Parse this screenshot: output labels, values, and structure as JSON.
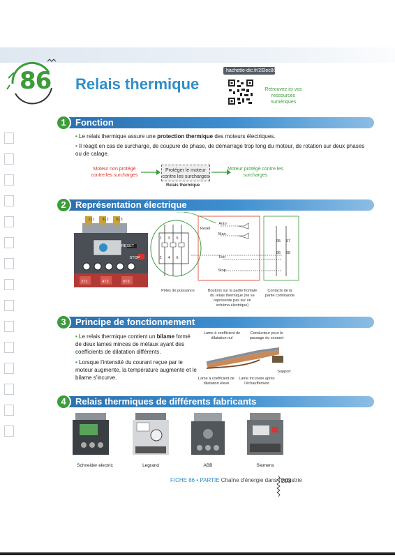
{
  "header": {
    "number": "86",
    "title": "Relais thermique",
    "qr_url": "hachette-dic.fr/2Elec86",
    "qr_text": "Retrouvez ici vos ressources numériques"
  },
  "sections": [
    {
      "num": "1",
      "title": "Fonction"
    },
    {
      "num": "2",
      "title": "Représentation électrique"
    },
    {
      "num": "3",
      "title": "Principe de fonctionnement"
    },
    {
      "num": "4",
      "title": "Relais thermiques de différents fabricants"
    }
  ],
  "fonction": {
    "bullet1_pre": "Le relais thermique assure une ",
    "bullet1_bold": "protection thermique",
    "bullet1_post": " des moteurs électriques.",
    "bullet2": "Il réagit en cas de surcharge, de coupure de phase, de démarrage trop long du moteur, de rotation sur deux phases ou de calage.",
    "flow_left": "Moteur non protégé contre les surcharges",
    "flow_center": "Protéger le moteur contre les surcharges",
    "flow_right": "Moteur protégé contre les surcharges",
    "flow_label": "Relais thermique"
  },
  "representation": {
    "terminals_top": [
      "1L1",
      "3L2",
      "5L3"
    ],
    "terminals_bottom": [
      "2T1",
      "4T2",
      "6T3"
    ],
    "reset": "RESET",
    "stop": "STOP",
    "contacts_aux": [
      "95",
      "96",
      "97",
      "98"
    ],
    "symbol_top": [
      "1",
      "3",
      "5"
    ],
    "symbol_bottom": [
      "2",
      "4",
      "6"
    ],
    "labels": {
      "reset": "Reset",
      "auto": "Auto",
      "man": "Man.",
      "test": "Test",
      "stop": "Stop"
    },
    "caption_poles": "Pôles de puissance",
    "caption_buttons": "Boutons sur la partie frontale du relais thermique (ne se représente pas sur un schéma électrique)",
    "caption_contacts": "Contacts de la partie commande"
  },
  "principe": {
    "bullet1_pre": "Le relais thermique contient un ",
    "bullet1_bold": "bilame",
    "bullet1_post": " formé de deux lames minces de métaux ayant des coefficients de dilatation différents.",
    "bullet2": "Lorsque l'intensité du courant reçue par le moteur augmente, la température augmente et le bilame s'incurve.",
    "label_lame_nul": "Lame à coefficient de dilatation nul",
    "label_conducteur": "Conducteur pour le passage du courant",
    "label_support": "Support",
    "label_lame_eleve": "Lame à coefficient de dilatation élevé",
    "label_incurvee": "Lame incurvée après l'échauffement"
  },
  "fabricants": [
    {
      "name": "Schneider electric"
    },
    {
      "name": "Legrand"
    },
    {
      "name": "ABB"
    },
    {
      "name": "Siemens"
    }
  ],
  "footer": {
    "fiche": "FICHE 86",
    "partie": " • PARTIE ",
    "chapter": "Chaîne d'énergie dans l'industrie",
    "page": "203"
  },
  "colors": {
    "accent_blue": "#2f8fc9",
    "accent_green": "#3d9c3a",
    "warning_red": "#d9352c"
  }
}
